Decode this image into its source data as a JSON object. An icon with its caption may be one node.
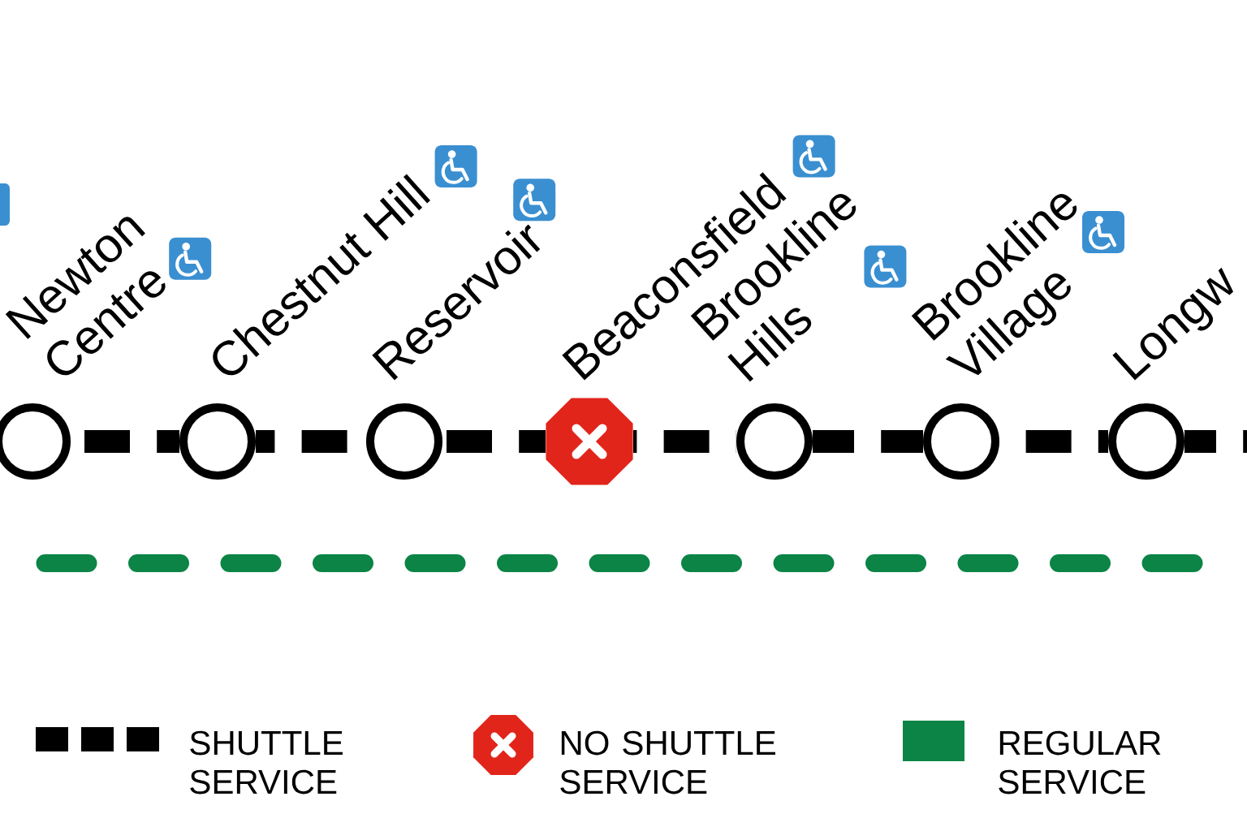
{
  "diagram": {
    "nodes": [
      {
        "text": [],
        "shape": "circle",
        "beside": [
          "Newton Centre"
        ]
      },
      {
        "text": [],
        "shape": "circle",
        "beside": [
          "Chestnut Hill"
        ]
      },
      {
        "text": [],
        "shape": "circle",
        "beside": [
          "Reservoir"
        ]
      },
      {
        "text": [],
        "shape": "octagon",
        "beside": [
          "Beaconsfield"
        ]
      },
      {
        "text": [],
        "shape": "circle",
        "beside": [
          "Brookline Hills"
        ]
      },
      {
        "text": [],
        "shape": "circle",
        "beside": [
          "Brookline Village"
        ]
      },
      {
        "text": [],
        "shape": "circle",
        "beside": [
          "Longw"
        ]
      }
    ],
    "edges": [
      {
        "from": 0,
        "to": 1,
        "arrow": "none",
        "style": "dashed"
      },
      {
        "from": 1,
        "to": 2,
        "arrow": "none",
        "style": "dashed"
      },
      {
        "from": 2,
        "to": 3,
        "arrow": "none",
        "style": "dashed"
      },
      {
        "from": 3,
        "to": 4,
        "arrow": "none",
        "style": "dashed"
      },
      {
        "from": 4,
        "to": 5,
        "arrow": "none",
        "style": "dashed"
      },
      {
        "from": 5,
        "to": 6,
        "arrow": "none",
        "style": "dashed"
      },
      {
        "from": 6,
        "to": null,
        "arrow": "none",
        "style": "dashed"
      }
    ],
    "legend": [
      {
        "text": "SHUTTLE SERVICE"
      },
      {
        "text": "NO SHUTTLE SERVICE"
      },
      {
        "text": "REGULAR SERVICE",
        "color": "#0b8446"
      }
    ]
  }
}
